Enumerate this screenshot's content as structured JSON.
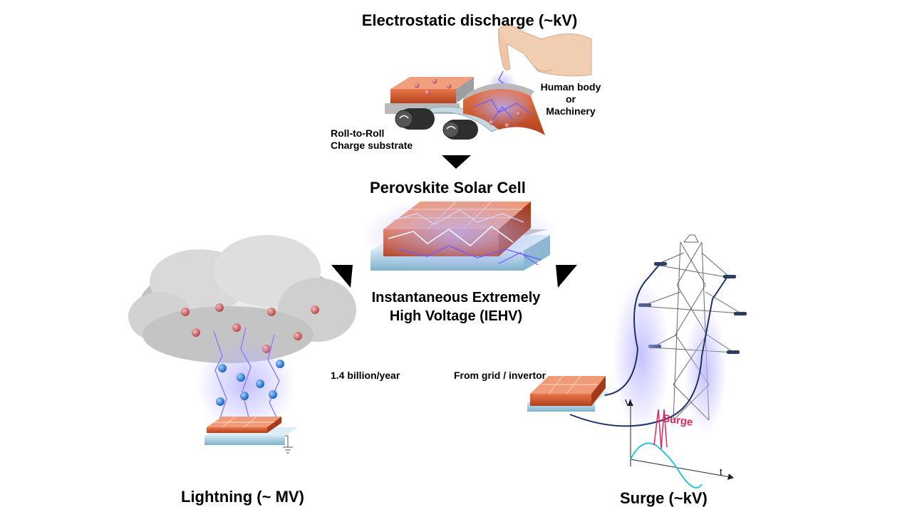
{
  "esd": {
    "title": "Electrostatic discharge (~kV)",
    "human_label_1": "Human body",
    "human_label_2": "or",
    "human_label_3": "Machinery",
    "roll_label_1": "Roll-to-Roll",
    "roll_label_2": "Charge substrate"
  },
  "center": {
    "title": "Perovskite Solar Cell",
    "subtitle_1": "Instantaneous Extremely",
    "subtitle_2": "High Voltage (IEHV)"
  },
  "lightning": {
    "title": "Lightning (~ MV)",
    "rate_label": "1.4 billion/year"
  },
  "surge": {
    "title": "Surge (~kV)",
    "source_label": "From grid / invertor",
    "axis_v": "V",
    "axis_t": "t",
    "spike_label": "Surge"
  },
  "colors": {
    "cell_orange": "#d2552a",
    "glass_blue": "#9fc8dc",
    "lightning_blue": "#8a7dff",
    "surge_red": "#e0245e",
    "wave_cyan": "#25c6d6"
  }
}
